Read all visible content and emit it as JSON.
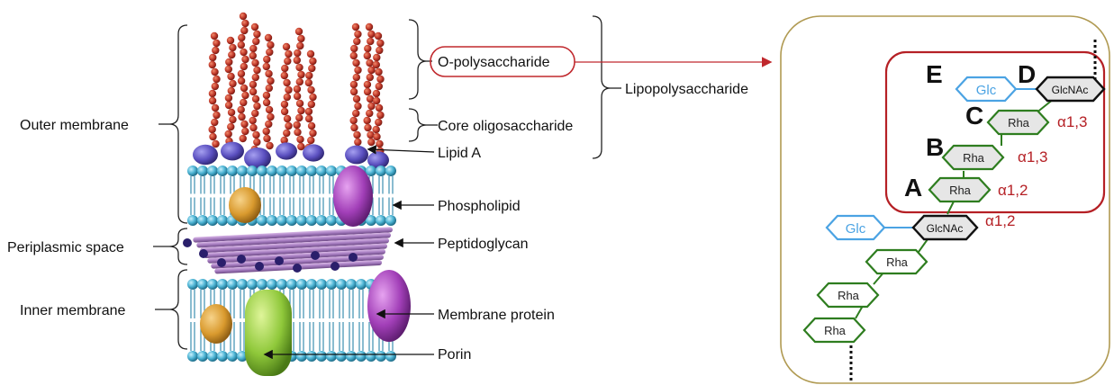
{
  "left_labels": {
    "outer_membrane": "Outer membrane",
    "periplasmic_space": "Periplasmic space",
    "inner_membrane": "Inner membrane"
  },
  "right_labels": {
    "o_polysaccharide": "O-polysaccharide",
    "core_oligosaccharide": "Core oligosaccharide",
    "lipid_a": "Lipid A",
    "lipopolysaccharide": "Lipopolysaccharide",
    "phospholipid": "Phospholipid",
    "peptidoglycan": "Peptidoglycan",
    "membrane_protein": "Membrane protein",
    "porin": "Porin"
  },
  "structure": {
    "sugars": {
      "glc_top": "Glc",
      "glcnac_top": "GlcNAc",
      "rha_c": "Rha",
      "rha_b": "Rha",
      "rha_a": "Rha",
      "glc_bottom": "Glc",
      "glcnac_bottom": "GlcNAc",
      "rha_lower_1": "Rha",
      "rha_lower_2": "Rha",
      "rha_lower_3": "Rha"
    },
    "letters": {
      "e": "E",
      "d": "D",
      "c": "C",
      "b": "B",
      "a": "A"
    },
    "linkages": {
      "l1": "α1,3",
      "l2": "α1,3",
      "l3": "α1,2",
      "l4": "α1,2"
    }
  },
  "colors": {
    "glc": "#4ba3e3",
    "rha": "#2e7d1f",
    "glcnac": "#111111",
    "highlight": "#b52025",
    "linkage": "#b52025",
    "frame": "#b09a52",
    "bead": "#c0392b",
    "lipid_head": "#4fb6d6"
  }
}
